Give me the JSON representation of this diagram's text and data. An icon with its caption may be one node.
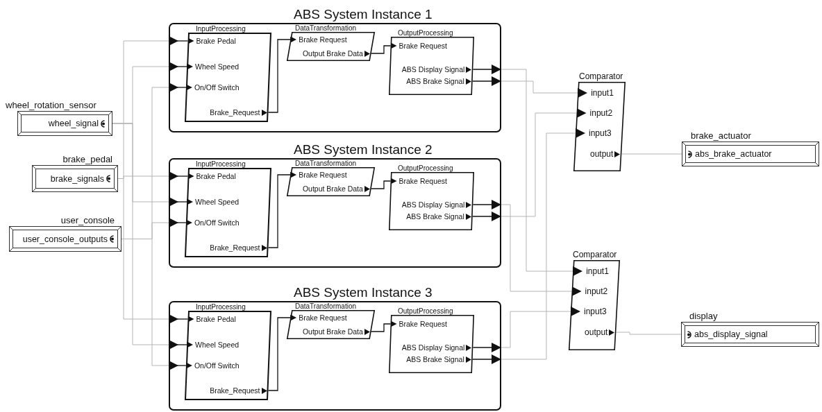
{
  "diagram": {
    "nodes": [
      {
        "text": [
          "wheel_rotation_sensor",
          "wheel_signal"
        ]
      },
      {
        "text": [
          "brake_pedal",
          "brake_signals"
        ]
      },
      {
        "text": [
          "user_console",
          "user_console_outputs"
        ]
      },
      {
        "text": [
          "ABS System Instance 1"
        ]
      },
      {
        "text": [
          "InputProcessing",
          "Brake Pedal",
          "Wheel Speed",
          "On/Off Switch",
          "Brake_Request"
        ],
        "in": 3
      },
      {
        "text": [
          "DataTransformation",
          "Brake Request",
          "Output Brake Data"
        ],
        "in": 3
      },
      {
        "text": [
          "OutputProcessing",
          "Brake Request",
          "ABS Display Signal",
          "ABS Brake Signal"
        ],
        "in": 3
      },
      {
        "text": [
          "ABS System Instance 2"
        ]
      },
      {
        "text": [
          "InputProcessing",
          "Brake Pedal",
          "Wheel Speed",
          "On/Off Switch",
          "Brake_Request"
        ],
        "in": 7
      },
      {
        "text": [
          "DataTransformation",
          "Brake Request",
          "Output Brake Data"
        ],
        "in": 7
      },
      {
        "text": [
          "OutputProcessing",
          "Brake Request",
          "ABS Display Signal",
          "ABS Brake Signal"
        ],
        "in": 7
      },
      {
        "text": [
          "ABS System Instance 3"
        ]
      },
      {
        "text": [
          "InputProcessing",
          "Brake Pedal",
          "Wheel Speed",
          "On/Off Switch",
          "Brake_Request"
        ],
        "in": 11
      },
      {
        "text": [
          "DataTransformation",
          "Brake Request",
          "Output Brake Data"
        ],
        "in": 11
      },
      {
        "text": [
          "OutputProcessing",
          "Brake Request",
          "ABS Display Signal",
          "ABS Brake Signal"
        ],
        "in": 11
      },
      {
        "text": [
          "Comparator",
          "input1",
          "input2",
          "input3",
          "output"
        ]
      },
      {
        "text": [
          "Comparator",
          "input1",
          "input2",
          "input3",
          "output"
        ]
      },
      {
        "text": [
          "brake_actuator",
          "abs_brake_actuator"
        ]
      },
      {
        "text": [
          "display",
          "abs_display_signal"
        ]
      }
    ],
    "edges": [
      {
        "from": 0,
        "to": 3,
        "arrow": "to",
        "color": "#b4b4b4"
      },
      {
        "from": 0,
        "to": 7,
        "arrow": "to",
        "color": "#b4b4b4"
      },
      {
        "from": 0,
        "to": 11,
        "arrow": "to",
        "color": "#b4b4b4"
      },
      {
        "from": 1,
        "to": 3,
        "arrow": "to",
        "color": "#b4b4b4"
      },
      {
        "from": 1,
        "to": 7,
        "arrow": "to",
        "color": "#b4b4b4"
      },
      {
        "from": 1,
        "to": 11,
        "arrow": "to",
        "color": "#b4b4b4"
      },
      {
        "from": 2,
        "to": 3,
        "arrow": "to",
        "color": "#b4b4b4"
      },
      {
        "from": 2,
        "to": 7,
        "arrow": "to",
        "color": "#b4b4b4"
      },
      {
        "from": 2,
        "to": 11,
        "arrow": "to",
        "color": "#b4b4b4"
      },
      {
        "from": 3,
        "to": 4,
        "arrow": "to"
      },
      {
        "from": 3,
        "to": 4,
        "arrow": "to"
      },
      {
        "from": 3,
        "to": 4,
        "arrow": "to"
      },
      {
        "from": 4,
        "to": 5,
        "arrow": "to"
      },
      {
        "from": 5,
        "to": 6,
        "arrow": "to"
      },
      {
        "from": 6,
        "to": 3,
        "arrow": "to"
      },
      {
        "from": 6,
        "to": 3,
        "arrow": "to"
      },
      {
        "from": 7,
        "to": 8,
        "arrow": "to"
      },
      {
        "from": 7,
        "to": 8,
        "arrow": "to"
      },
      {
        "from": 7,
        "to": 8,
        "arrow": "to"
      },
      {
        "from": 8,
        "to": 9,
        "arrow": "to"
      },
      {
        "from": 9,
        "to": 10,
        "arrow": "to"
      },
      {
        "from": 10,
        "to": 7,
        "arrow": "to"
      },
      {
        "from": 10,
        "to": 7,
        "arrow": "to"
      },
      {
        "from": 11,
        "to": 12,
        "arrow": "to"
      },
      {
        "from": 11,
        "to": 12,
        "arrow": "to"
      },
      {
        "from": 11,
        "to": 12,
        "arrow": "to"
      },
      {
        "from": 12,
        "to": 13,
        "arrow": "to"
      },
      {
        "from": 13,
        "to": 14,
        "arrow": "to"
      },
      {
        "from": 14,
        "to": 11,
        "arrow": "to"
      },
      {
        "from": 14,
        "to": 11,
        "arrow": "to"
      },
      {
        "from": 3,
        "to": 16,
        "arrow": "to",
        "color": "#b4b4b4"
      },
      {
        "from": 3,
        "to": 15,
        "arrow": "to",
        "color": "#b4b4b4"
      },
      {
        "from": 7,
        "to": 16,
        "arrow": "to",
        "color": "#b4b4b4"
      },
      {
        "from": 7,
        "to": 15,
        "arrow": "to",
        "color": "#b4b4b4"
      },
      {
        "from": 11,
        "to": 16,
        "arrow": "to",
        "color": "#b4b4b4"
      },
      {
        "from": 11,
        "to": 15,
        "arrow": "to",
        "color": "#b4b4b4"
      },
      {
        "from": 15,
        "to": 17,
        "arrow": "none",
        "color": "#b4b4b4"
      },
      {
        "from": 16,
        "to": 18,
        "arrow": "none",
        "color": "#b4b4b4"
      }
    ]
  }
}
